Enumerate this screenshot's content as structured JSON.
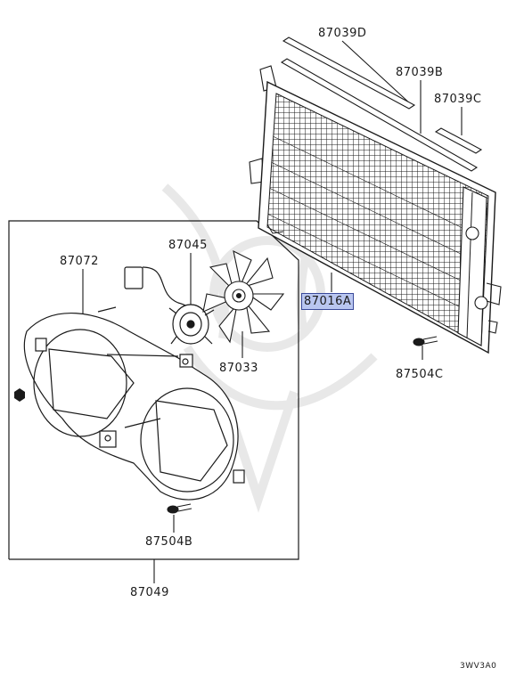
{
  "parts": {
    "strip_top": "87039D",
    "strip_long": "87039B",
    "strip_short": "87039C",
    "condenser": "87016A",
    "condenser_bolt": "87504C",
    "fan_motor": "87045",
    "fan_shroud": "87072",
    "fan_blade": "87033",
    "shroud_bolt": "87504B",
    "fan_assembly": "87049"
  },
  "diagram_code": "3WV3A0",
  "colors": {
    "line": "#1a1a1a",
    "highlight": "#b9c6f0",
    "highlight_border": "#3a4a9a",
    "watermark": "#eeeeee"
  }
}
